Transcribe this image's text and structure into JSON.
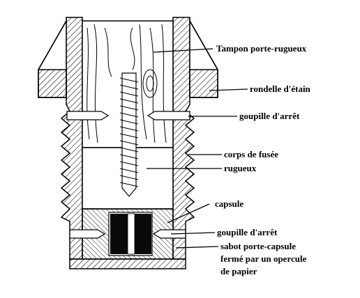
{
  "labels": {
    "tampon": "Tampon porte-rugueux",
    "rondelle": "rondelle d'étain",
    "goupille_top": "goupille d'arrêt",
    "corps": "corps de fusée",
    "rugueux": "rugueux",
    "capsule": "capsule",
    "goupille_bottom": "goupille d'arrêt",
    "sabot_line1": "sabot porte-capsule",
    "sabot_line2": "fermé par un opercule",
    "sabot_line3": "de papier"
  },
  "colors": {
    "ink": "#000000",
    "paper": "#ffffff",
    "capsule_black": "#0a0a0a"
  }
}
